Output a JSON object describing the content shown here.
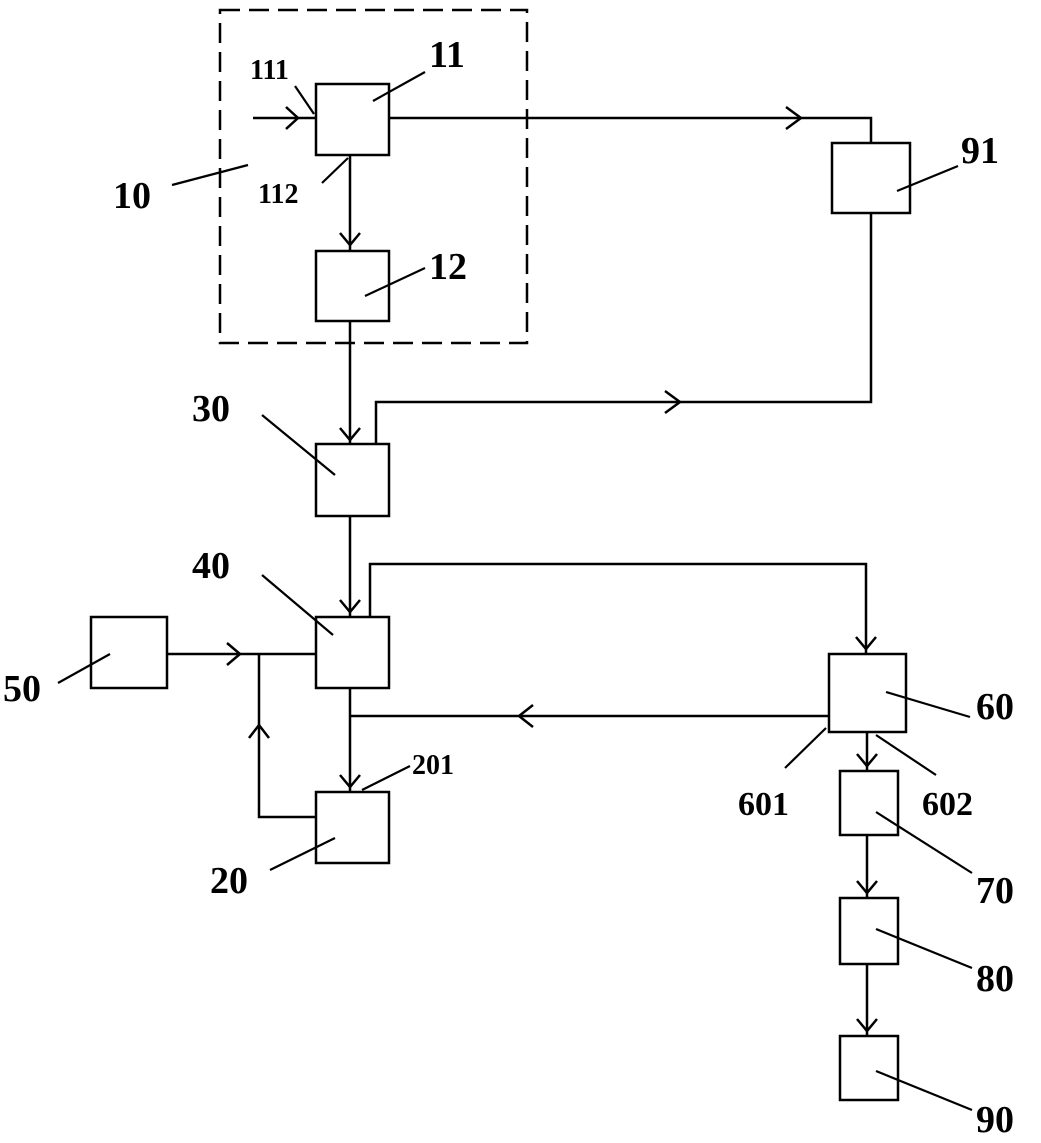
{
  "diagram": {
    "labels": {
      "group_10": "10",
      "block_11": "11",
      "block_12": "12",
      "block_20": "20",
      "block_30": "30",
      "block_40": "40",
      "block_50": "50",
      "block_60": "60",
      "block_70": "70",
      "block_80": "80",
      "block_90": "90",
      "block_91": "91",
      "port_111": "111",
      "port_112": "112",
      "port_201": "201",
      "port_601": "601",
      "port_602": "602"
    },
    "colors": {
      "line": "#000000",
      "background": "#ffffff"
    }
  }
}
